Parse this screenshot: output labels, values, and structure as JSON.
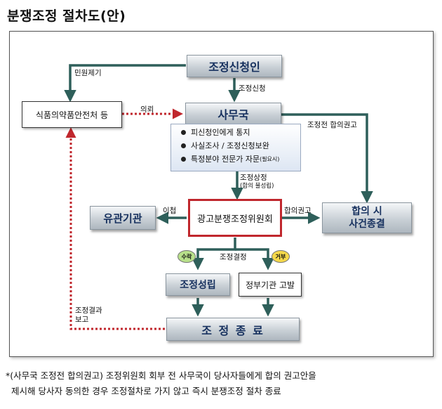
{
  "title": "분쟁조정 절차도(안)",
  "nodes": {
    "applicant": "조정신청인",
    "secretariat": "사무국",
    "mfds": "식품의약품안전처 등",
    "tasks": [
      "피신청인에게 통지",
      "사실조사 / 조정신청보완",
      "특정분야 전문가 자문"
    ],
    "tasks_suffix": "(필요시)",
    "committee": "광고분쟁조정위원회",
    "related": "유관기관",
    "settled_line1": "합의 시",
    "settled_line2": "사건종결",
    "success": "조정성립",
    "accuse": "정부기관 고발",
    "end": "조 정 종 료"
  },
  "labels": {
    "complaint": "민원제기",
    "request": "조정신청",
    "delegate": "의뢰",
    "pre_advice": "조정전 합의권고",
    "referral_line1": "조정상정",
    "referral_line2": "(합의 불성립)",
    "transfer": "이첩",
    "advice": "합의권고",
    "decision": "조정결정",
    "accept": "수락",
    "reject": "거부",
    "report_line1": "조정결과",
    "report_line2": "보고"
  },
  "colors": {
    "arrow": "#2e5f5a",
    "dotted": "#c0272d",
    "accept": "#b8e08a",
    "reject": "#f5d84a"
  },
  "footnote": {
    "line1": "*(사무국 조정전 합의권고) 조정위원회 회부 전 사무국이 당사자들에게 합의 권고안을",
    "line2": "제시해 당사자 동의한 경우 조정절차로 가지 않고 즉시 분쟁조정 절차 종료"
  }
}
